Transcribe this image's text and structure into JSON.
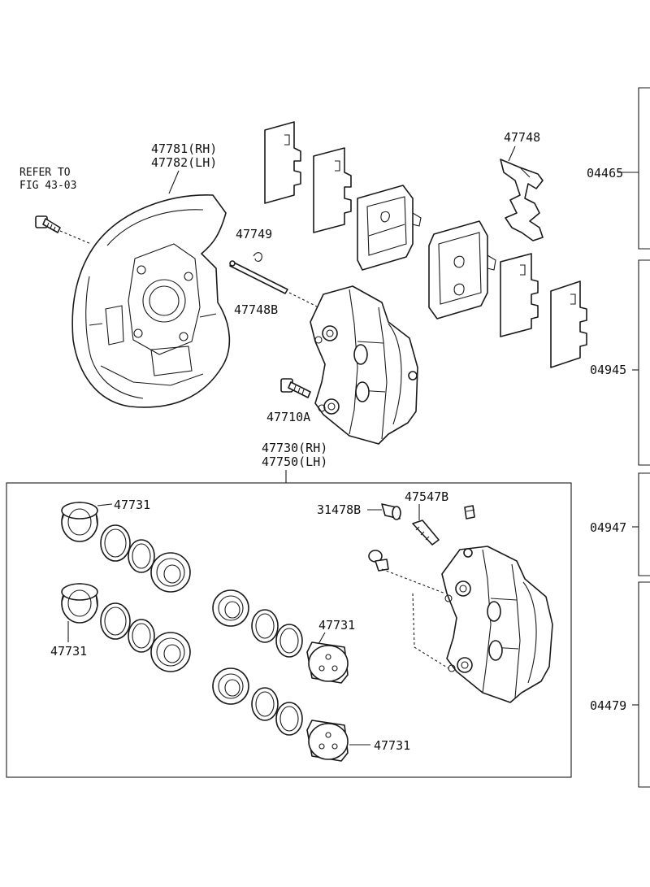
{
  "colors": {
    "line": "#1a1a1a",
    "background": "#ffffff"
  },
  "notes": {
    "refer_line1": "REFER TO",
    "refer_line2": "FIG 43-03"
  },
  "parts": {
    "shield_rh": "47781(RH)",
    "shield_lh": "47782(LH)",
    "clip": "47749",
    "pin": "47748B",
    "bolt": "47710A",
    "spring": "47748",
    "caliper_rh": "47730(RH)",
    "caliper_lh": "47750(LH)",
    "piston_top_left": "47731",
    "piston_mid_left": "47731",
    "piston_mid_right": "47731",
    "piston_bottom_right": "47731",
    "cap": "31478B",
    "bleeder": "47547B"
  },
  "kits": {
    "kit_1": "04465",
    "kit_2": "04945",
    "kit_3": "04947",
    "kit_4": "04479"
  }
}
